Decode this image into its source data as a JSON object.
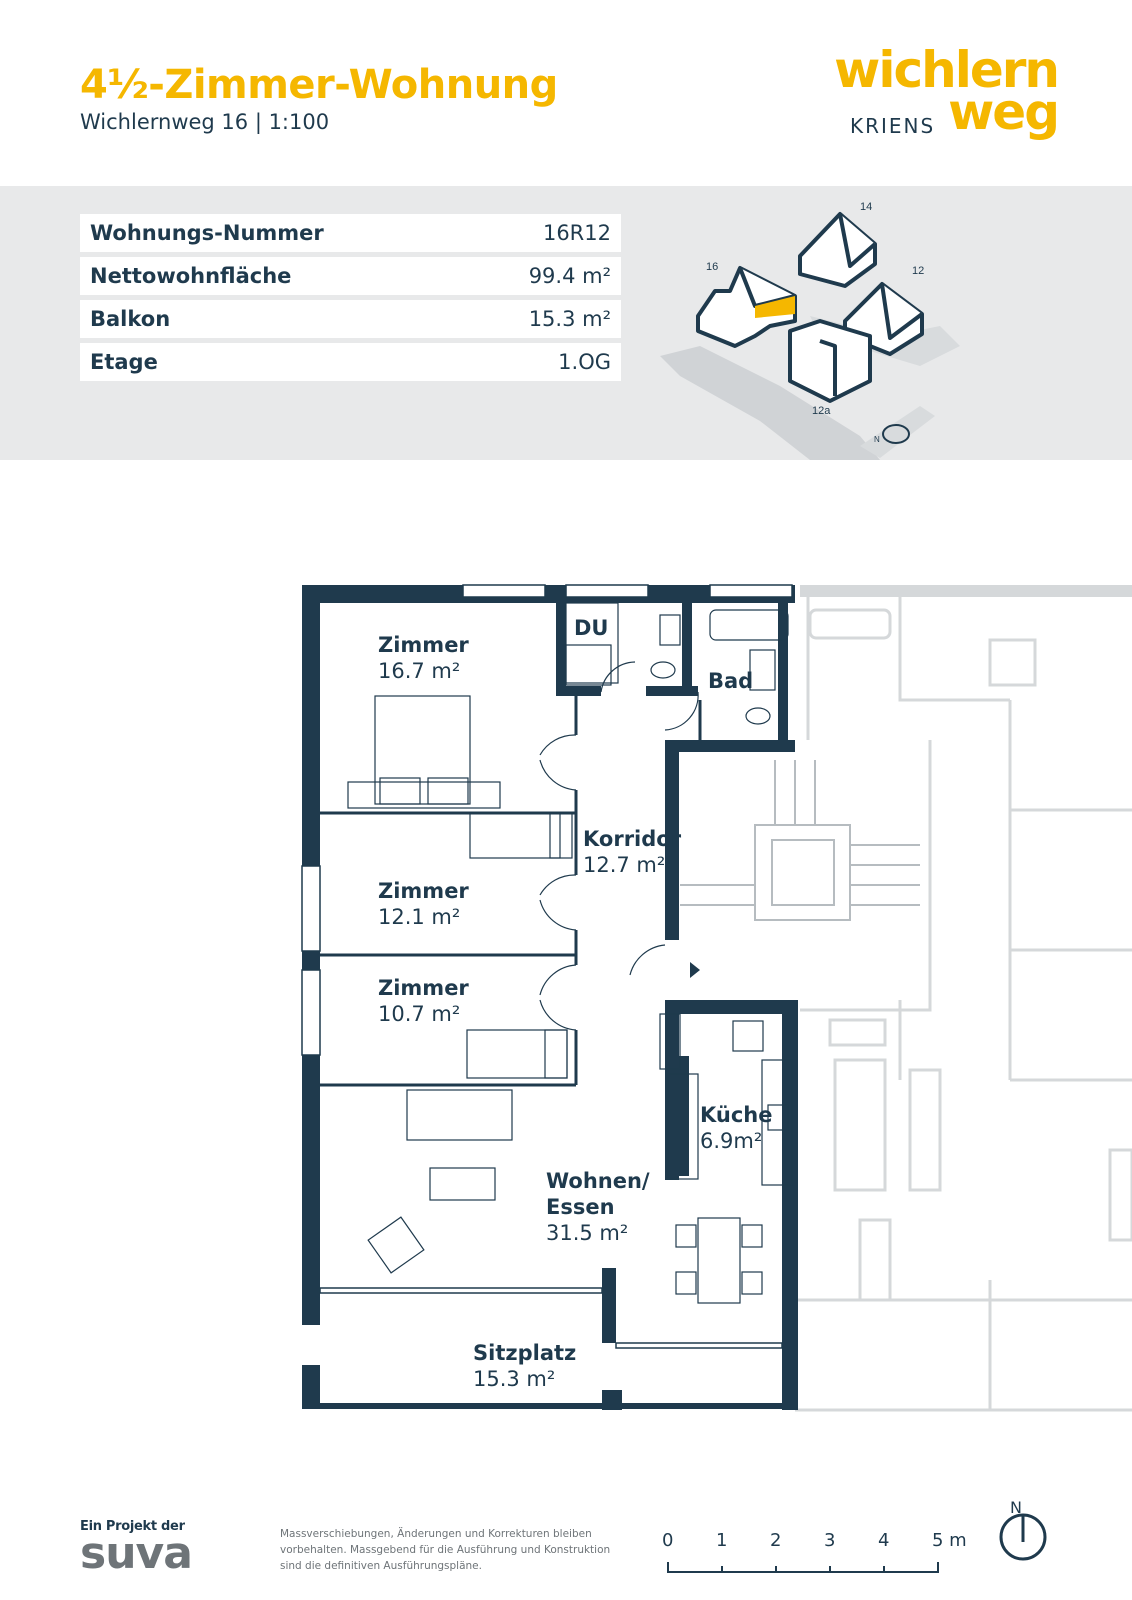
{
  "header": {
    "title": "4½-Zimmer-Wohnung",
    "subtitle": "Wichlernweg 16 | 1:100"
  },
  "logo": {
    "line1": "wichlern",
    "line2": "weg",
    "line3": "KRIENS"
  },
  "info_table": [
    {
      "label": "Wohnungs-Nummer",
      "value": "16R12"
    },
    {
      "label": "Nettowohnfläche",
      "value": "99.4 m²"
    },
    {
      "label": "Balkon",
      "value": "15.3 m²"
    },
    {
      "label": "Etage",
      "value": "1.OG"
    }
  ],
  "site_plan": {
    "building_labels": [
      "14",
      "16",
      "12",
      "12a"
    ],
    "north_label": "N"
  },
  "rooms": [
    {
      "name": "Zimmer",
      "area": "16.7 m²"
    },
    {
      "name": "DU",
      "area": ""
    },
    {
      "name": "Bad",
      "area": ""
    },
    {
      "name": "Korridor",
      "area": "12.7 m²"
    },
    {
      "name": "Zimmer",
      "area": "12.1 m²"
    },
    {
      "name": "Zimmer",
      "area": "10.7 m²"
    },
    {
      "name": "Küche",
      "area": "6.9m²"
    },
    {
      "name": "Wohnen/",
      "name2": "Essen",
      "area": "31.5 m²"
    },
    {
      "name": "Sitzplatz",
      "area": "15.3 m²"
    }
  ],
  "footer": {
    "project_label": "Ein Projekt der",
    "company": "suva",
    "note": "Massverschiebungen, Änderungen und Korrekturen bleiben vorbehalten. Massgebend für die Ausführung und Konstruktion sind die definitiven Ausführungspläne.",
    "scale_ticks": [
      "0",
      "1",
      "2",
      "3",
      "4",
      "5 m"
    ],
    "north": "N"
  },
  "colors": {
    "accent": "#f5b700",
    "wall": "#1f3a4d",
    "band": "#e8e9ea",
    "ghost": "#d5d8da"
  }
}
